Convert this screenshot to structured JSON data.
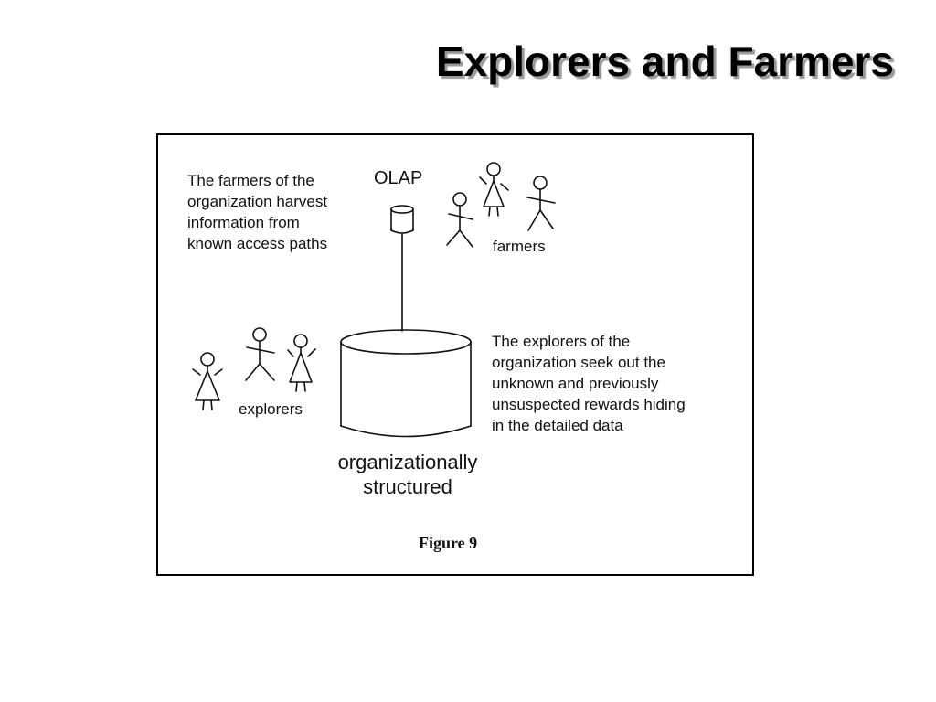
{
  "slide": {
    "title": "Explorers and Farmers"
  },
  "diagram": {
    "farmers_description": "The farmers of the\norganization harvest\ninformation from\nknown access paths",
    "olap_label": "OLAP",
    "farmers_label": "farmers",
    "explorers_label": "explorers",
    "explorers_description": "The explorers of the\norganization seek out the\nunknown and previously\nunsuspected rewards hiding\nin the detailed data",
    "store_label": "organizationally\nstructured",
    "caption": "Figure 9"
  }
}
